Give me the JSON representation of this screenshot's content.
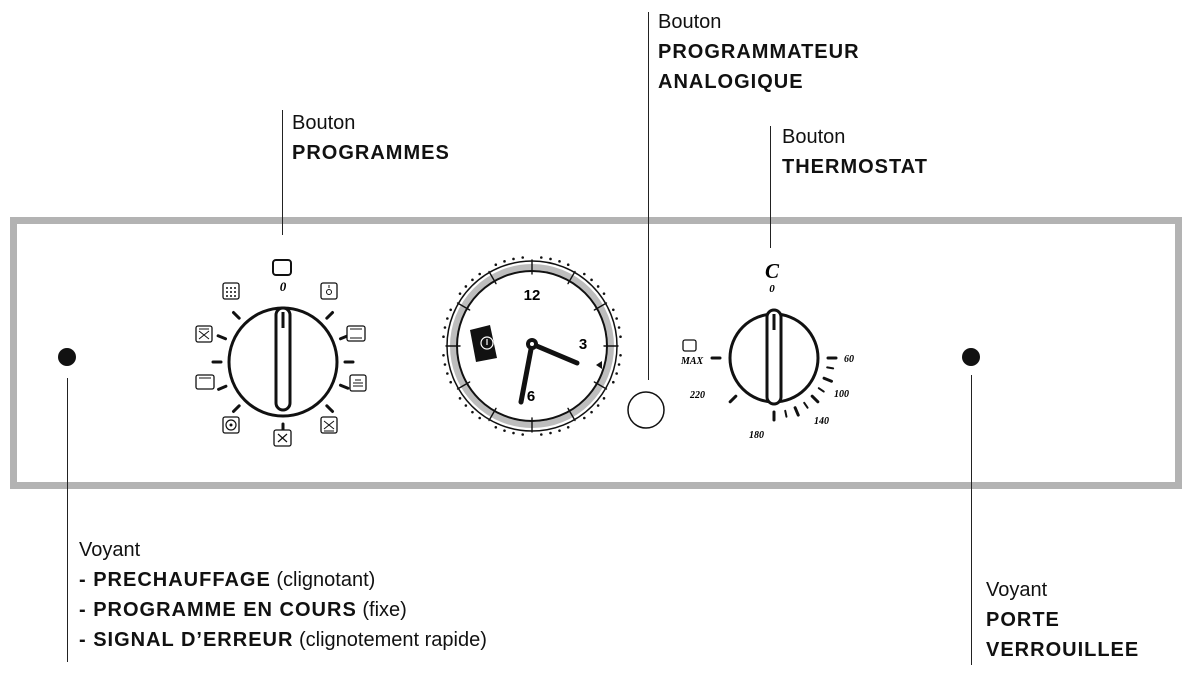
{
  "programmes_button": {
    "prefix": "Bouton",
    "name": "PROGRAMMES"
  },
  "programmer_button": {
    "prefix": "Bouton",
    "name_line1": "PROGRAMMATEUR",
    "name_line2": "ANALOGIQUE"
  },
  "thermostat_button": {
    "prefix": "Bouton",
    "name": "THERMOSTAT"
  },
  "left_light": {
    "title": "Voyant",
    "lines": [
      {
        "bold": "- PRECHAUFFAGE",
        "normal": " (clignotant)"
      },
      {
        "bold": "- PROGRAMME EN COURS",
        "normal": " (fixe)"
      },
      {
        "bold": "- SIGNAL D’ERREUR",
        "normal": " (clignotement rapide)"
      }
    ]
  },
  "right_light": {
    "title": "Voyant",
    "line1": "PORTE",
    "line2": "VERROUILLEE"
  },
  "programme_knob": {
    "zero": "0"
  },
  "clock": {
    "n12": "12",
    "n3": "3",
    "n6": "6"
  },
  "thermostat_knob": {
    "unit": "C",
    "zero": "0",
    "max": "MAX",
    "t60": "60",
    "t100": "100",
    "t140": "140",
    "t180": "180",
    "t220": "220"
  },
  "colors": {
    "panel_border": "#b3b3b3",
    "ink": "#111111"
  }
}
